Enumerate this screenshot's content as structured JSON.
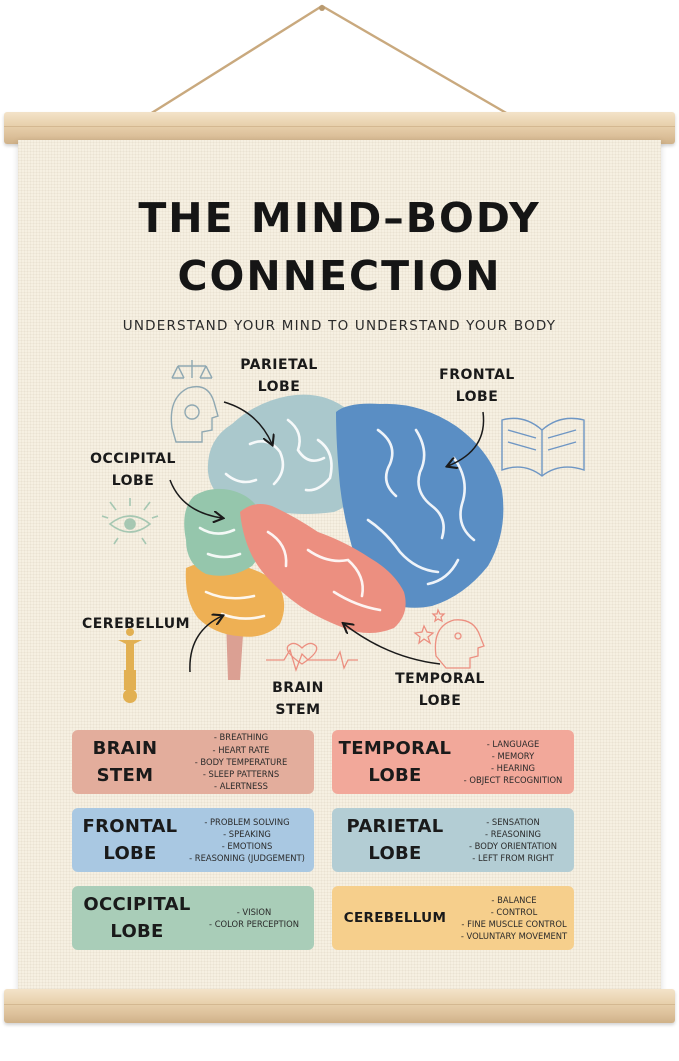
{
  "poster": {
    "title_line1": "THE MIND–BODY",
    "title_line2": "CONNECTION",
    "subtitle": "UNDERSTAND YOUR MIND TO UNDERSTAND YOUR BODY"
  },
  "diagram_labels": {
    "parietal": [
      "PARIETAL",
      "LOBE"
    ],
    "frontal": [
      "FRONTAL",
      "LOBE"
    ],
    "occipital": [
      "OCCIPITAL",
      "LOBE"
    ],
    "cerebellum": [
      "CEREBELLUM"
    ],
    "brain_stem": [
      "BRAIN",
      "STEM"
    ],
    "temporal": [
      "TEMPORAL",
      "LOBE"
    ]
  },
  "cards": [
    {
      "title": [
        "BRAIN",
        "STEM"
      ],
      "color": "#e3ad9c",
      "items": [
        "BREATHING",
        "HEART RATE",
        "BODY TEMPERATURE",
        "SLEEP PATTERNS",
        "ALERTNESS"
      ]
    },
    {
      "title": [
        "TEMPORAL",
        "LOBE"
      ],
      "color": "#f2a89a",
      "items": [
        "LANGUAGE",
        "MEMORY",
        "HEARING",
        "OBJECT RECOGNITION"
      ]
    },
    {
      "title": [
        "FRONTAL",
        "LOBE"
      ],
      "color": "#a9c8e2",
      "items": [
        "PROBLEM SOLVING",
        "SPEAKING",
        "EMOTIONS",
        "REASONING (JUDGEMENT)"
      ]
    },
    {
      "title": [
        "PARIETAL",
        "LOBE"
      ],
      "color": "#b3cdd4",
      "items": [
        "SENSATION",
        "REASONING",
        "BODY ORIENTATION",
        "LEFT FROM RIGHT"
      ]
    },
    {
      "title": [
        "OCCIPITAL",
        "LOBE"
      ],
      "color": "#a9cdb8",
      "items": [
        "VISION",
        "COLOR PERCEPTION"
      ]
    },
    {
      "title": [
        "CEREBELLUM"
      ],
      "color": "#f6cf8c",
      "items": [
        "BALANCE",
        "CONTROL",
        "FINE MUSCLE CONTROL",
        "VOLUNTARY MOVEMENT"
      ]
    }
  ],
  "colors": {
    "frontal": "#5a8ec4",
    "parietal": "#aac8cc",
    "temporal": "#ec8f80",
    "occipital": "#95c6ac",
    "cerebellum": "#eeb054",
    "stem": "#dba093",
    "canvas": "#f6f0e2"
  },
  "icons": [
    "balance-scale-head-icon",
    "open-book-icon",
    "eye-icon",
    "person-pedestal-icon",
    "heartbeat-icon",
    "head-stars-icon"
  ]
}
